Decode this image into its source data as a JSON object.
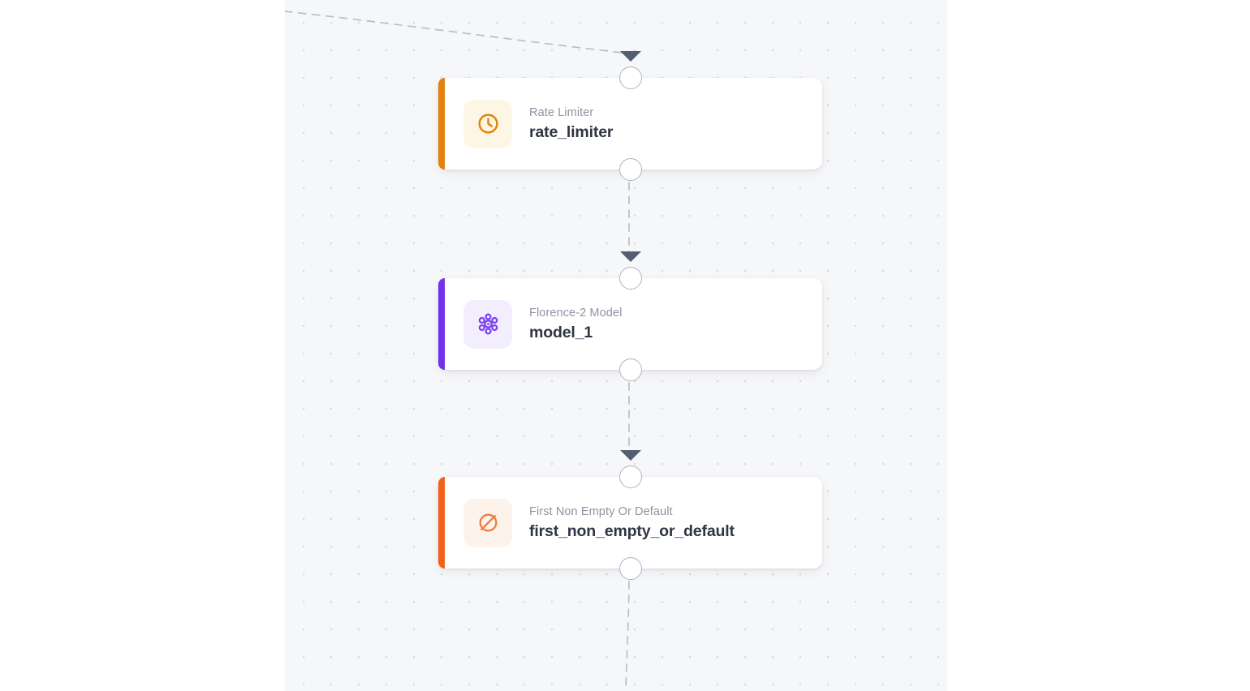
{
  "canvas": {
    "background_color": "#f6f7f9",
    "dot_color": "#d9dce2",
    "dot_spacing": 34,
    "page_background": "#ffffff"
  },
  "graph": {
    "type": "flow-diagram",
    "orientation": "vertical",
    "edge_style": "dashed",
    "edge_color": "#b9bec8",
    "arrow_color": "#555e70",
    "port_border_color": "#aeb4bf",
    "nodes": [
      {
        "id": "rate_limiter",
        "title": "Rate Limiter",
        "name": "rate_limiter",
        "icon": "clock-icon",
        "accent_color": "#e2820e",
        "icon_color": "#e2820e",
        "icon_bg": "#fdf6e4",
        "has_input_port": true,
        "has_output_port": true
      },
      {
        "id": "model_1",
        "title": "Florence-2 Model",
        "name": "model_1",
        "icon": "atom-icon",
        "accent_color": "#7331ef",
        "icon_color": "#7f42f0",
        "icon_bg": "#f3eefe",
        "has_input_port": true,
        "has_output_port": true
      },
      {
        "id": "first_non_empty_or_default",
        "title": "First Non Empty Or Default",
        "name": "first_non_empty_or_default",
        "icon": "empty-set-icon",
        "accent_color": "#f4601a",
        "icon_color": "#f47a42",
        "icon_bg": "#fdf3ea",
        "has_input_port": true,
        "has_output_port": true
      }
    ],
    "edges": [
      {
        "id": "edge-incoming",
        "from": "offscreen-upstream",
        "to": "rate_limiter",
        "style": "dashed-curve"
      },
      {
        "id": "edge-1",
        "from": "rate_limiter",
        "to": "model_1",
        "style": "dashed"
      },
      {
        "id": "edge-2",
        "from": "model_1",
        "to": "first_non_empty_or_default",
        "style": "dashed"
      },
      {
        "id": "edge-outgoing",
        "from": "first_non_empty_or_default",
        "to": "offscreen-downstream",
        "style": "dashed"
      }
    ]
  }
}
